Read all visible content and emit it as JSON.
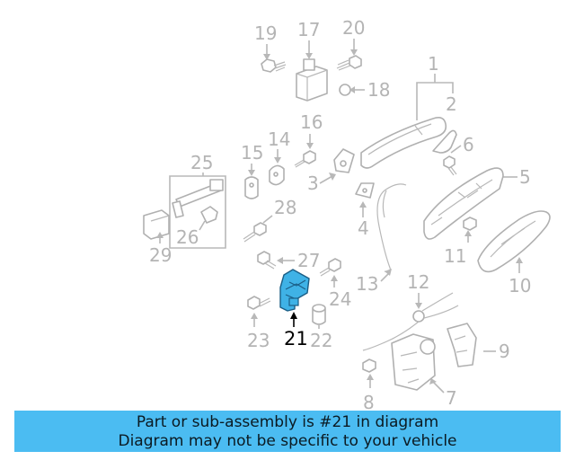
{
  "diagram": {
    "part_numbers": [
      "1",
      "2",
      "3",
      "4",
      "5",
      "6",
      "7",
      "8",
      "9",
      "10",
      "11",
      "12",
      "13",
      "14",
      "15",
      "16",
      "17",
      "18",
      "19",
      "20",
      "21",
      "22",
      "23",
      "24",
      "25",
      "26",
      "27",
      "28",
      "29"
    ],
    "highlighted_part": "21",
    "highlight_color": "#3fb2e6",
    "line_color": "#b8b8b8"
  },
  "banner": {
    "line1": "Part or sub-assembly is #21 in diagram",
    "line2": "Diagram may not be specific to your vehicle",
    "background": "#4bbcf2"
  }
}
